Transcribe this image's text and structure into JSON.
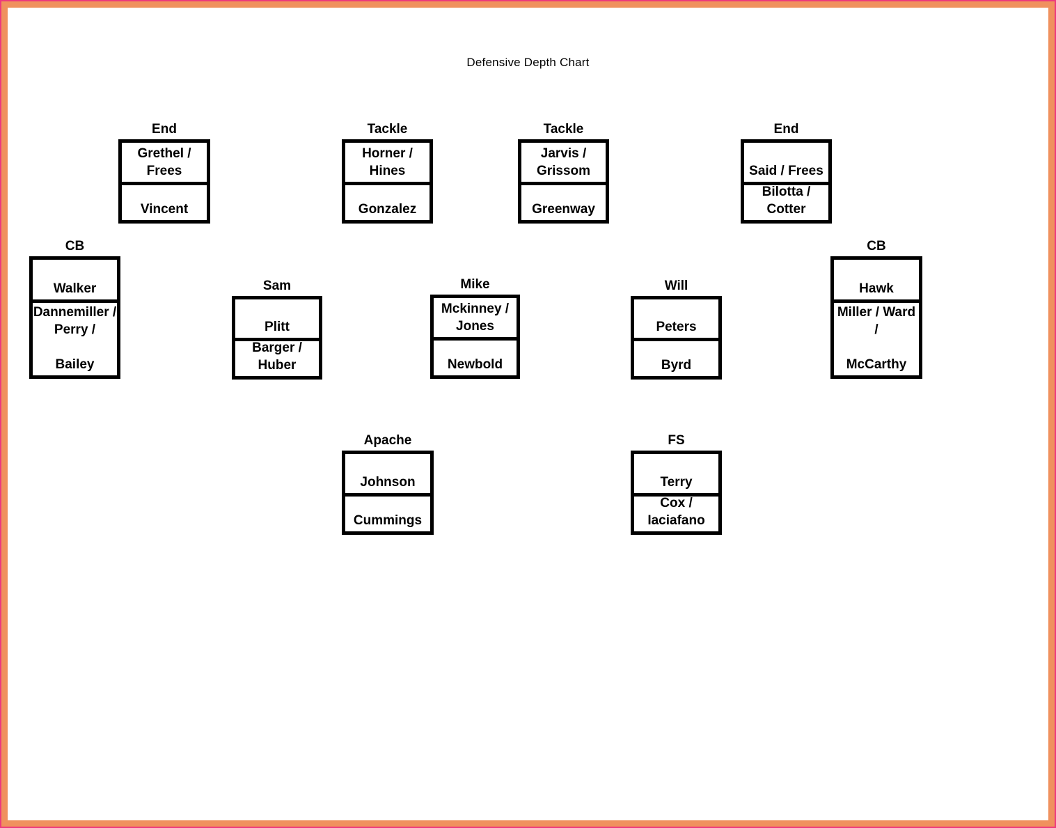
{
  "title": "Defensive Depth Chart",
  "colors": {
    "frame-outer": "#ed3a7c",
    "frame-inner": "#f0915e"
  },
  "positions": {
    "end_left": {
      "label": "End",
      "row1": [
        "Grethel /",
        "Frees"
      ],
      "row2": [
        "Vincent"
      ]
    },
    "tackle_left": {
      "label": "Tackle",
      "row1": [
        "Horner /",
        "Hines"
      ],
      "row2": [
        "Gonzalez"
      ]
    },
    "tackle_right": {
      "label": "Tackle",
      "row1": [
        "Jarvis /",
        "Grissom"
      ],
      "row2": [
        "Greenway"
      ]
    },
    "end_right": {
      "label": "End",
      "row1": [
        "Said / Frees"
      ],
      "row2": [
        "Bilotta /",
        "Cotter"
      ]
    },
    "cb_left": {
      "label": "CB",
      "row1": [
        "Walker"
      ],
      "row2": [
        "Dannemiller /",
        "Perry /",
        "",
        "Bailey"
      ]
    },
    "sam": {
      "label": "Sam",
      "row1": [
        "Plitt"
      ],
      "row2": [
        "Barger /",
        "Huber"
      ]
    },
    "mike": {
      "label": "Mike",
      "row1": [
        "Mckinney /",
        "Jones"
      ],
      "row2": [
        "Newbold"
      ]
    },
    "will": {
      "label": "Will",
      "row1": [
        "Peters"
      ],
      "row2": [
        "Byrd"
      ]
    },
    "cb_right": {
      "label": "CB",
      "row1": [
        "Hawk"
      ],
      "row2": [
        "Miller / Ward",
        "/",
        "",
        "McCarthy"
      ]
    },
    "apache": {
      "label": "Apache",
      "row1": [
        "Johnson"
      ],
      "row2": [
        "Cummings"
      ]
    },
    "fs": {
      "label": "FS",
      "row1": [
        "Terry"
      ],
      "row2": [
        "Cox /",
        "Iaciafano"
      ]
    }
  }
}
